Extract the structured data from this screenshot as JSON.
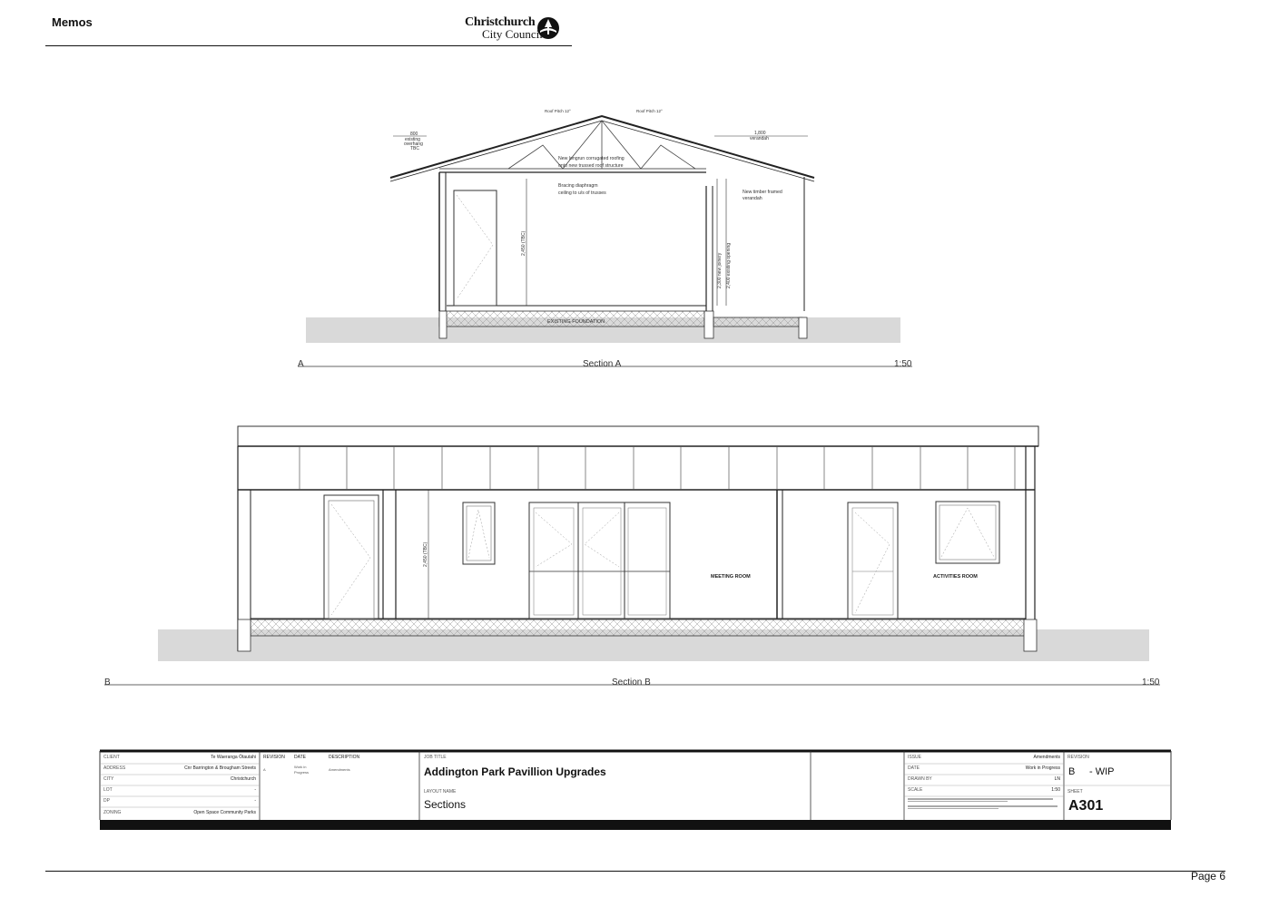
{
  "header": {
    "section_label": "Memos",
    "logo_line1": "Christchurch",
    "logo_line2": "City Council"
  },
  "section_a": {
    "label_left": "A",
    "title": "Section A",
    "scale": "1:50",
    "notes": {
      "roof_pitch_left": "Roof Pitch 12°",
      "roof_pitch_right": "Roof Pitch 12°",
      "overhang_dim": "800",
      "overhang_line1": "existing",
      "overhang_line2": "overhang",
      "overhang_line3": "TBC",
      "verandah_dim": "1,800",
      "verandah_label": "verandah",
      "roofing_line1": "New longrun corrugated roofing",
      "roofing_line2": "onto new trussed roof structure",
      "bracing_line1": "Bracing diaphragm",
      "bracing_line2": "ceiling to u/s of trusses",
      "verandah_note_line1": "New timber framed",
      "verandah_note_line2": "verandah",
      "height_dim": "2,450 (TBC)",
      "new_joinery": "2,300 new joinery",
      "existing_opening": "2,400 existing opening",
      "foundation": "EXISTING FOUNDATION"
    }
  },
  "section_b": {
    "label_left": "B",
    "title": "Section B",
    "scale": "1:50",
    "height_dim": "2,450 (TBC)",
    "room1": "MEETING ROOM",
    "room2": "ACTIVITIES ROOM"
  },
  "title_block": {
    "client_label": "CLIENT",
    "client": "Te Waeranga Ōtautahi",
    "address_label": "ADDRESS",
    "address": "Cnr Barrington & Brougham Streets",
    "city_label": "CITY",
    "city": "Christchurch",
    "lot_label": "LOT",
    "lot": "-",
    "dp_label": "DP",
    "dp": "-",
    "zoning_label": "ZONING",
    "zoning": "Open Space Community Parks",
    "revision_col": "REVISION",
    "date_col": "DATE",
    "description_col": "DESCRIPTION",
    "rev_row_rev": "A",
    "rev_row_date_1": "Work in",
    "rev_row_date_2": "Progress",
    "rev_row_desc": "Amendments",
    "job_title_label": "JOB TITLE",
    "job_title": "Addington Park Pavillion Upgrades",
    "layout_name_label": "LAYOUT NAME",
    "layout_name": "Sections",
    "issue_label": "ISSUE",
    "issue": "Amendments",
    "date_label": "DATE",
    "date": "Work in Progress",
    "drawn_by_label": "DRAWN BY",
    "drawn_by": "LN",
    "scale_label": "SCALE",
    "scale": "1:50",
    "revision_label": "REVISION",
    "revision": "B",
    "revision_status": "- WIP",
    "sheet_label": "SHEET",
    "sheet": "A301"
  },
  "footer": {
    "page": "Page 6"
  }
}
